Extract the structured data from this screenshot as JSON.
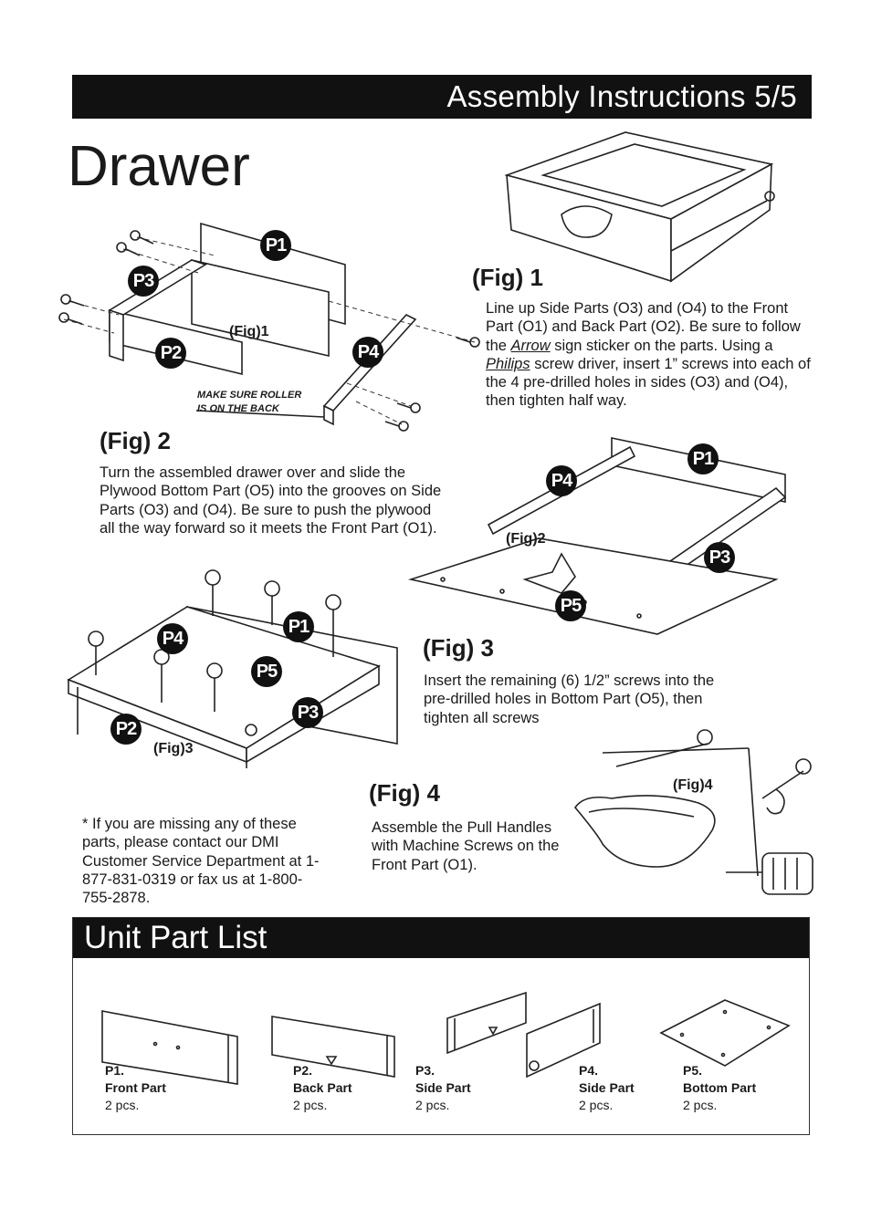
{
  "header": {
    "title": "Assembly Instructions 5/5"
  },
  "page_title": "Drawer",
  "badges": {
    "p1": "P1",
    "p2": "P2",
    "p3": "P3",
    "p4": "P4",
    "p5": "P5"
  },
  "fig1": {
    "label": "(Fig) 1",
    "diagram_caption": "(Fig)1",
    "roller_note_1": "MAKE SURE ROLLER",
    "roller_note_2": "IS ON THE BACK",
    "text_1": "Line up Side Parts (O3) and (O4) to the Front Part (O1) and Back Part (O2). Be sure to follow the ",
    "text_arrow": "Arrow",
    "text_2": " sign sticker on the parts. Using a ",
    "text_philips": "Philips",
    "text_3": " screw driver, insert 1” screws into each of the 4 pre-drilled holes in sides (O3) and (O4), then tighten half way."
  },
  "fig2": {
    "label": "(Fig) 2",
    "diagram_caption": "(Fig)2",
    "text": "Turn the assembled drawer over and slide the Plywood Bottom Part (O5) into the grooves on Side Parts (O3) and (O4). Be sure to push the plywood all the way forward so it meets the Front Part (O1)."
  },
  "fig3": {
    "label": "(Fig) 3",
    "diagram_caption": "(Fig)3",
    "text": "Insert the remaining (6) 1/2” screws into the pre-drilled holes in Bottom Part (O5), then tighten all screws"
  },
  "fig4": {
    "label": "(Fig) 4",
    "diagram_caption": "(Fig)4",
    "text": "Assemble the Pull Handles with Machine Screws on the Front Part (O1)."
  },
  "missing_note": "* If you are missing any of these parts, please contact our DMI Customer Service Department at 1-877-831-0319 or fax us at 1-800-755-2878.",
  "unit_part_list": {
    "title": "Unit Part List",
    "parts": [
      {
        "id": "P1.",
        "name": "Front Part",
        "qty": "2 pcs."
      },
      {
        "id": "P2.",
        "name": "Back Part",
        "qty": "2 pcs."
      },
      {
        "id": "P3.",
        "name": "Side Part",
        "qty": "2 pcs."
      },
      {
        "id": "P4.",
        "name": "Side Part",
        "qty": "2 pcs."
      },
      {
        "id": "P5.",
        "name": "Bottom Part",
        "qty": "2 pcs."
      }
    ]
  }
}
